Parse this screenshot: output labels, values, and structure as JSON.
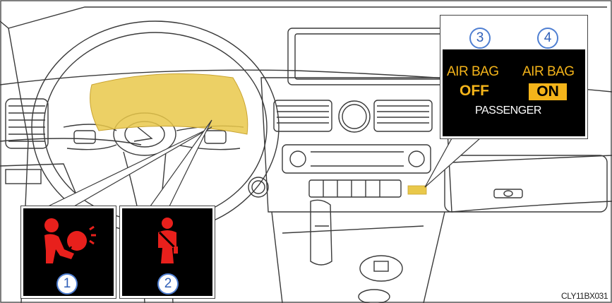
{
  "indicators": {
    "airbag_warning": {
      "number": "1",
      "color": "#e8201c"
    },
    "seatbelt_reminder": {
      "number": "2",
      "color": "#e8201c"
    },
    "passenger_airbag_off": {
      "number": "3",
      "line1": "AIR BAG",
      "line2": "OFF"
    },
    "passenger_airbag_on": {
      "number": "4",
      "line1": "AIR BAG",
      "line2": "ON"
    },
    "passenger_label": "PASSENGER"
  },
  "image_code": "CLY11BX031",
  "colors": {
    "highlight": "#e9c84a",
    "amber_text": "#f4b41a",
    "number_circle": "#4f7fd2",
    "line_art": "#3a3a3a"
  },
  "icons": [
    "airbag-warning-icon",
    "seatbelt-reminder-icon",
    "lexus-logo-icon"
  ]
}
